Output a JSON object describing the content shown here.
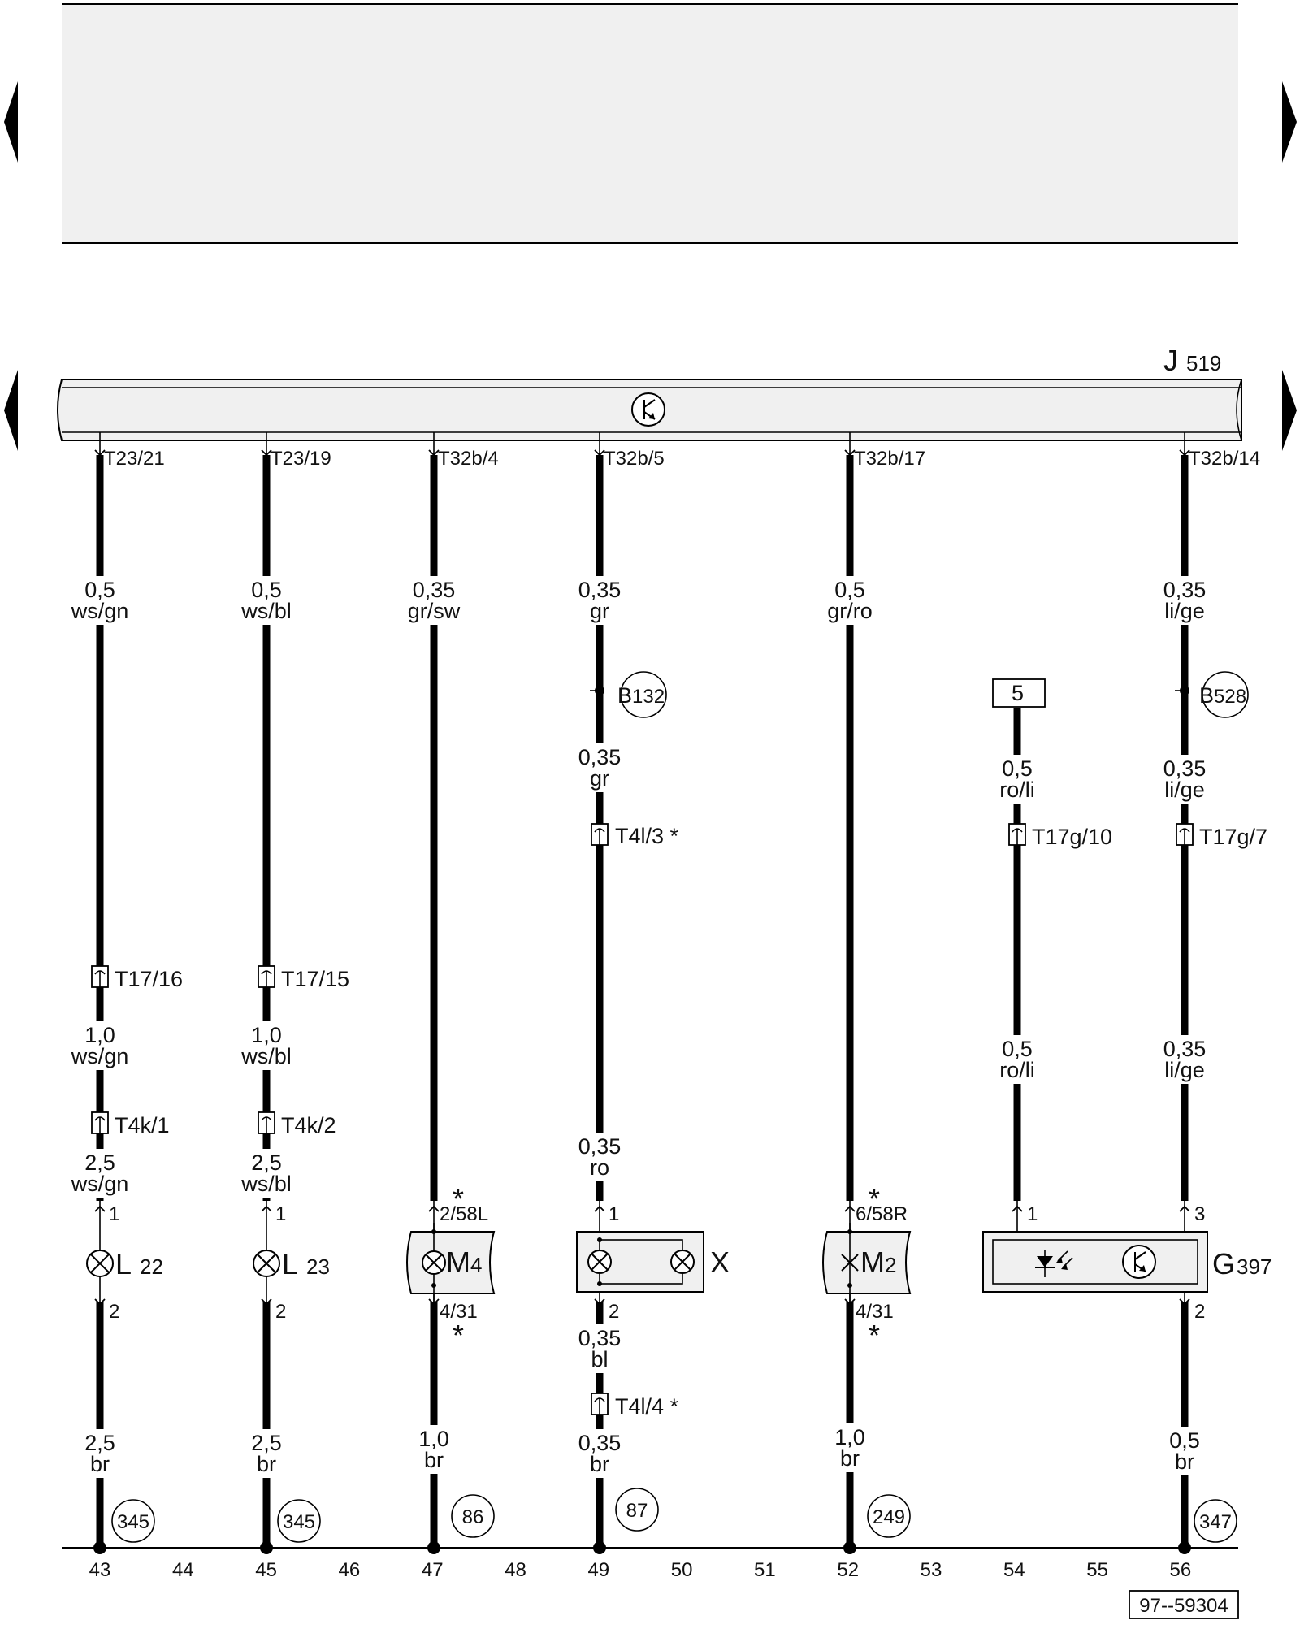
{
  "nav": {
    "prev_arrow": "prev-page-arrow-icon",
    "next_arrow": "next-page-arrow-icon"
  },
  "control_unit": {
    "code": "J",
    "number": "519",
    "symbol": "transistor-icon"
  },
  "connectors_top": [
    "T23/21",
    "T23/19",
    "T32b/4",
    "T32b/5",
    "T32b/17",
    "T32b/14"
  ],
  "wire_specs": {
    "c43_top": [
      "0,5",
      "ws/gn"
    ],
    "c45_top": [
      "0,5",
      "ws/bl"
    ],
    "c47_top": [
      "0,35",
      "gr/sw"
    ],
    "c49_top": [
      "0,35",
      "gr"
    ],
    "c52_top": [
      "0,5",
      "gr/ro"
    ],
    "c56_top": [
      "0,35",
      "li/ge"
    ],
    "c49_mid": [
      "0,35",
      "gr"
    ],
    "c49_low": [
      "0,35",
      "ro"
    ],
    "c49_after": [
      "0,35",
      "bl"
    ],
    "c49_bot": [
      "0,35",
      "br"
    ],
    "c54_upper": [
      "0,5",
      "ro/li"
    ],
    "c54_lower": [
      "0,5",
      "ro/li"
    ],
    "c56_mid": [
      "0,35",
      "li/ge"
    ],
    "c56_lower": [
      "0,35",
      "li/ge"
    ],
    "c56_bot": [
      "0,5",
      "br"
    ],
    "c43_mid": [
      "1,0",
      "ws/gn"
    ],
    "c45_mid": [
      "1,0",
      "ws/bl"
    ],
    "c43_low": [
      "2,5",
      "ws/gn"
    ],
    "c45_low": [
      "2,5",
      "ws/bl"
    ],
    "c43_bot": [
      "2,5",
      "br"
    ],
    "c45_bot": [
      "2,5",
      "br"
    ],
    "c47_bot": [
      "1,0",
      "br"
    ],
    "c52_bot": [
      "1,0",
      "br"
    ]
  },
  "splices": [
    {
      "code": "B",
      "number": "132"
    },
    {
      "code": "B",
      "number": "528"
    }
  ],
  "inline_connectors": {
    "t4l3": "T4l/3 *",
    "t17g10": "T17g/10",
    "t17g7": "T17g/7",
    "t17_16": "T17/16",
    "t17_15": "T17/15",
    "t4k1": "T4k/1",
    "t4k2": "T4k/2",
    "t4l4": "T4l/4 *"
  },
  "fuse_ref": "5",
  "components": {
    "l22": {
      "code": "L",
      "number": "22",
      "pin_top": "1",
      "pin_bottom": "2"
    },
    "l23": {
      "code": "L",
      "number": "23",
      "pin_top": "1",
      "pin_bottom": "2"
    },
    "m4": {
      "code": "M",
      "number": "4",
      "pin_top": "2/58L",
      "pin_bottom": "4/31",
      "star": "*"
    },
    "x": {
      "code": "X",
      "pin_top": "1",
      "pin_bottom": "2"
    },
    "m2": {
      "code": "M",
      "number": "2",
      "pin_top": "6/58R",
      "pin_bottom": "4/31",
      "star": "*"
    },
    "g397": {
      "code": "G",
      "number": "397",
      "pin_left": "1",
      "pin_right": "3",
      "pin_bottom": "2"
    }
  },
  "ground_refs": [
    "345",
    "345",
    "86",
    "87",
    "249",
    "347"
  ],
  "ruler": [
    "43",
    "44",
    "45",
    "46",
    "47",
    "48",
    "49",
    "50",
    "51",
    "52",
    "53",
    "54",
    "55",
    "56"
  ],
  "diagram_id": "97--59304"
}
